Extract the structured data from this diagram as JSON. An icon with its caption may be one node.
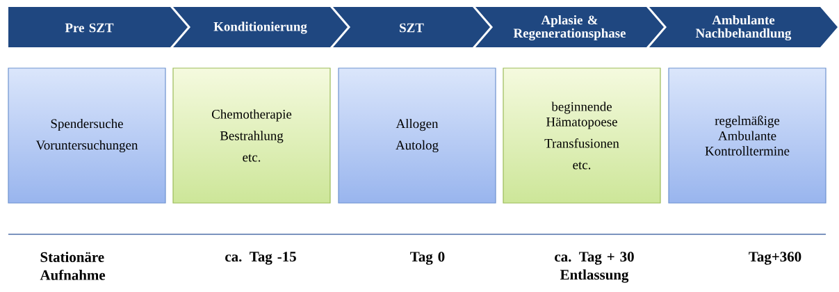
{
  "diagram": {
    "nodes": [
      {
        "text": [
          "Pre SZT"
        ]
      },
      {
        "text": [
          "Konditionierung"
        ]
      },
      {
        "text": [
          "SZT"
        ]
      },
      {
        "text": [
          "Aplasie & Regenerationsphase"
        ]
      },
      {
        "text": [
          "Ambulante Nachbehandlung"
        ]
      },
      {
        "text": [
          "Spendersuche",
          "Voruntersuchungen"
        ]
      },
      {
        "text": [
          "Chemotherapie",
          "Bestrahlung",
          "etc."
        ]
      },
      {
        "text": [
          "Allogen",
          "Autolog"
        ]
      },
      {
        "text": [
          "beginnende Hämatopoese",
          "Transfusionen",
          "etc."
        ]
      },
      {
        "text": [
          "regelmäßige Ambulante Kontrolltermine"
        ]
      }
    ],
    "edges": [],
    "labels": [
      "Stationäre Aufnahme",
      "ca. Tag -15",
      "Tag 0",
      "ca. Tag + 30 Entlassung",
      "Tag+360"
    ]
  }
}
